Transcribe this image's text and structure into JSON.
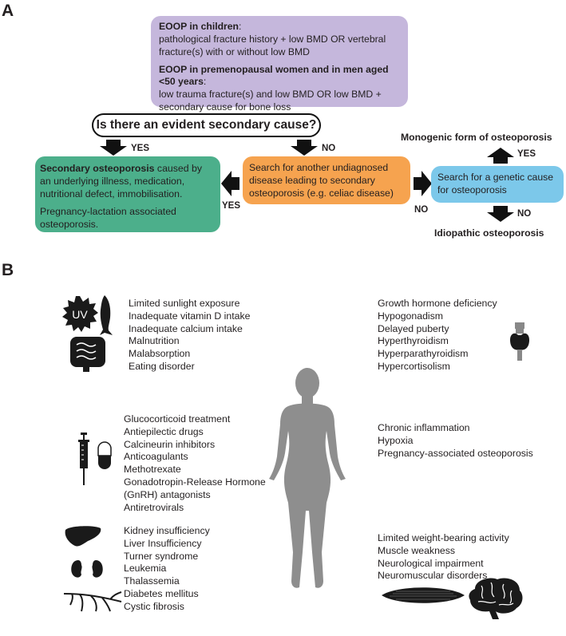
{
  "panel_a": {
    "label": "A",
    "eoop": {
      "children_title": "EOOP in children",
      "children_colon": ":",
      "children_text": "pathological fracture history + low BMD OR vertebral fracture(s) with or without low BMD",
      "adults_title": "EOOP in premenopausal women and in men aged <50 years",
      "adults_colon": ":",
      "adults_text": "low trauma fracture(s) and low BMD OR low BMD + secondary cause for bone loss"
    },
    "question": "Is there an evident secondary cause?",
    "yes_label": "YES",
    "no_label": "NO",
    "secondary": {
      "bold": "Secondary osteoporosis",
      "rest": " caused by an underlying illness, medication, nutritional defect, immobilisation.",
      "pregnancy": "Pregnancy-lactation associated osteoporosis."
    },
    "search_secondary": "Search for another undiagnosed disease leading to secondary osteoporosis (e.g. celiac disease)",
    "search_genetic": "Search for a genetic cause for osteoporosis",
    "monogenic": "Monogenic form of osteoporosis",
    "idiopathic": "Idiopathic osteoporosis"
  },
  "panel_b": {
    "label": "B",
    "nutrition": [
      "Limited sunlight exposure",
      "Inadequate vitamin D intake",
      "Inadequate calcium intake",
      "Malnutrition",
      "Malabsorption",
      "Eating disorder"
    ],
    "uv_text": "UV",
    "endocrine": [
      "Growth hormone deficiency",
      "Hypogonadism",
      "Delayed puberty",
      "Hyperthyroidism",
      "Hyperparathyroidism",
      "Hypercortisolism"
    ],
    "drugs": [
      "Glucocorticoid treatment",
      "Antiepilectic drugs",
      "Calcineurin inhibitors",
      "Anticoagulants",
      "Methotrexate",
      "Gonadotropin-Release Hormone",
      "(GnRH) antagonists",
      "Antiretrovirals"
    ],
    "inflammation": [
      "Chronic inflammation",
      "Hypoxia",
      "Pregnancy-associated osteoporosis"
    ],
    "diseases": [
      "Kidney insufficiency",
      "Liver Insufficiency",
      "Turner syndrome",
      "Leukemia",
      "Thalassemia",
      "Diabetes mellitus",
      "Cystic fibrosis"
    ],
    "mobility": [
      "Limited weight-bearing activity",
      "Muscle weakness",
      "Neurological impairment",
      "Neuromuscular disorders"
    ]
  }
}
